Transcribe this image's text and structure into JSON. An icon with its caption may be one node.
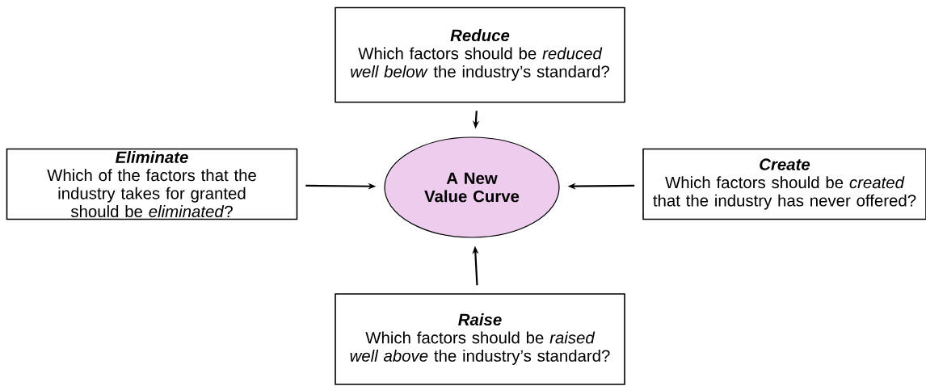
{
  "diagram": {
    "nodes": [
      {
        "text": [
          "Reduce",
          "Which factors should be *reduced well below* the industry’s standard?"
        ]
      },
      {
        "text": [
          "Eliminate",
          "Which of the factors that the industry takes for granted should be *eliminated*?"
        ]
      },
      {
        "text": [
          "A New Value Curve"
        ]
      },
      {
        "text": [
          "Create",
          "Which factors should be *created* that the industry has never offered?"
        ]
      },
      {
        "text": [
          "Raise",
          "Which factors should be *raised well above* the industry’s standard?"
        ]
      }
    ],
    "edges": [
      {
        "from": 0,
        "to": 2,
        "arrow": "to"
      },
      {
        "from": 1,
        "to": 2,
        "arrow": "to"
      },
      {
        "from": 3,
        "to": 2,
        "arrow": "to"
      },
      {
        "from": 4,
        "to": 2,
        "arrow": "to"
      }
    ]
  }
}
